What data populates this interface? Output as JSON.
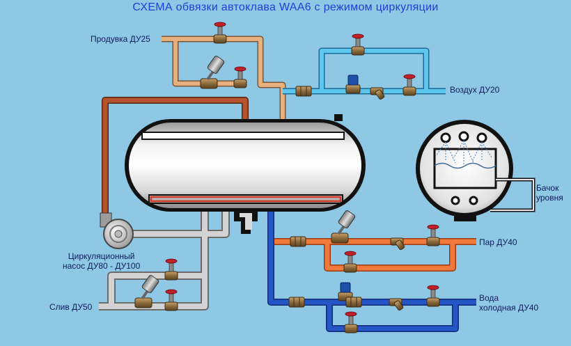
{
  "title": "СХЕМА обвязки автоклава WAA6 с режимом циркуляции",
  "labels": {
    "purge": "Продувка ДУ25",
    "air": "Воздух ДУ20",
    "steam": "Пар ДУ40",
    "water_line1": "Вода",
    "water_line2": "холодная ДУ40",
    "tank_line1": "Бачок",
    "tank_line2": "уровня",
    "pump_line1": "Циркуляционный",
    "pump_line2": "насос  ДУ80 - ДУ100",
    "drain": "Слив ДУ50"
  },
  "colors": {
    "background": "#8fc8e4",
    "title": "#1f3fd8",
    "label": "#0d1b5a",
    "purge_pipe": "#e8b07c",
    "air_pipe": "#5fc6ee",
    "steam_pipe": "#ef7a3c",
    "water_pipe": "#2456c6",
    "circulation_pipe": "#b4532e",
    "drain_pipe": "#c9c9c9",
    "heater": "#d23a2a"
  }
}
